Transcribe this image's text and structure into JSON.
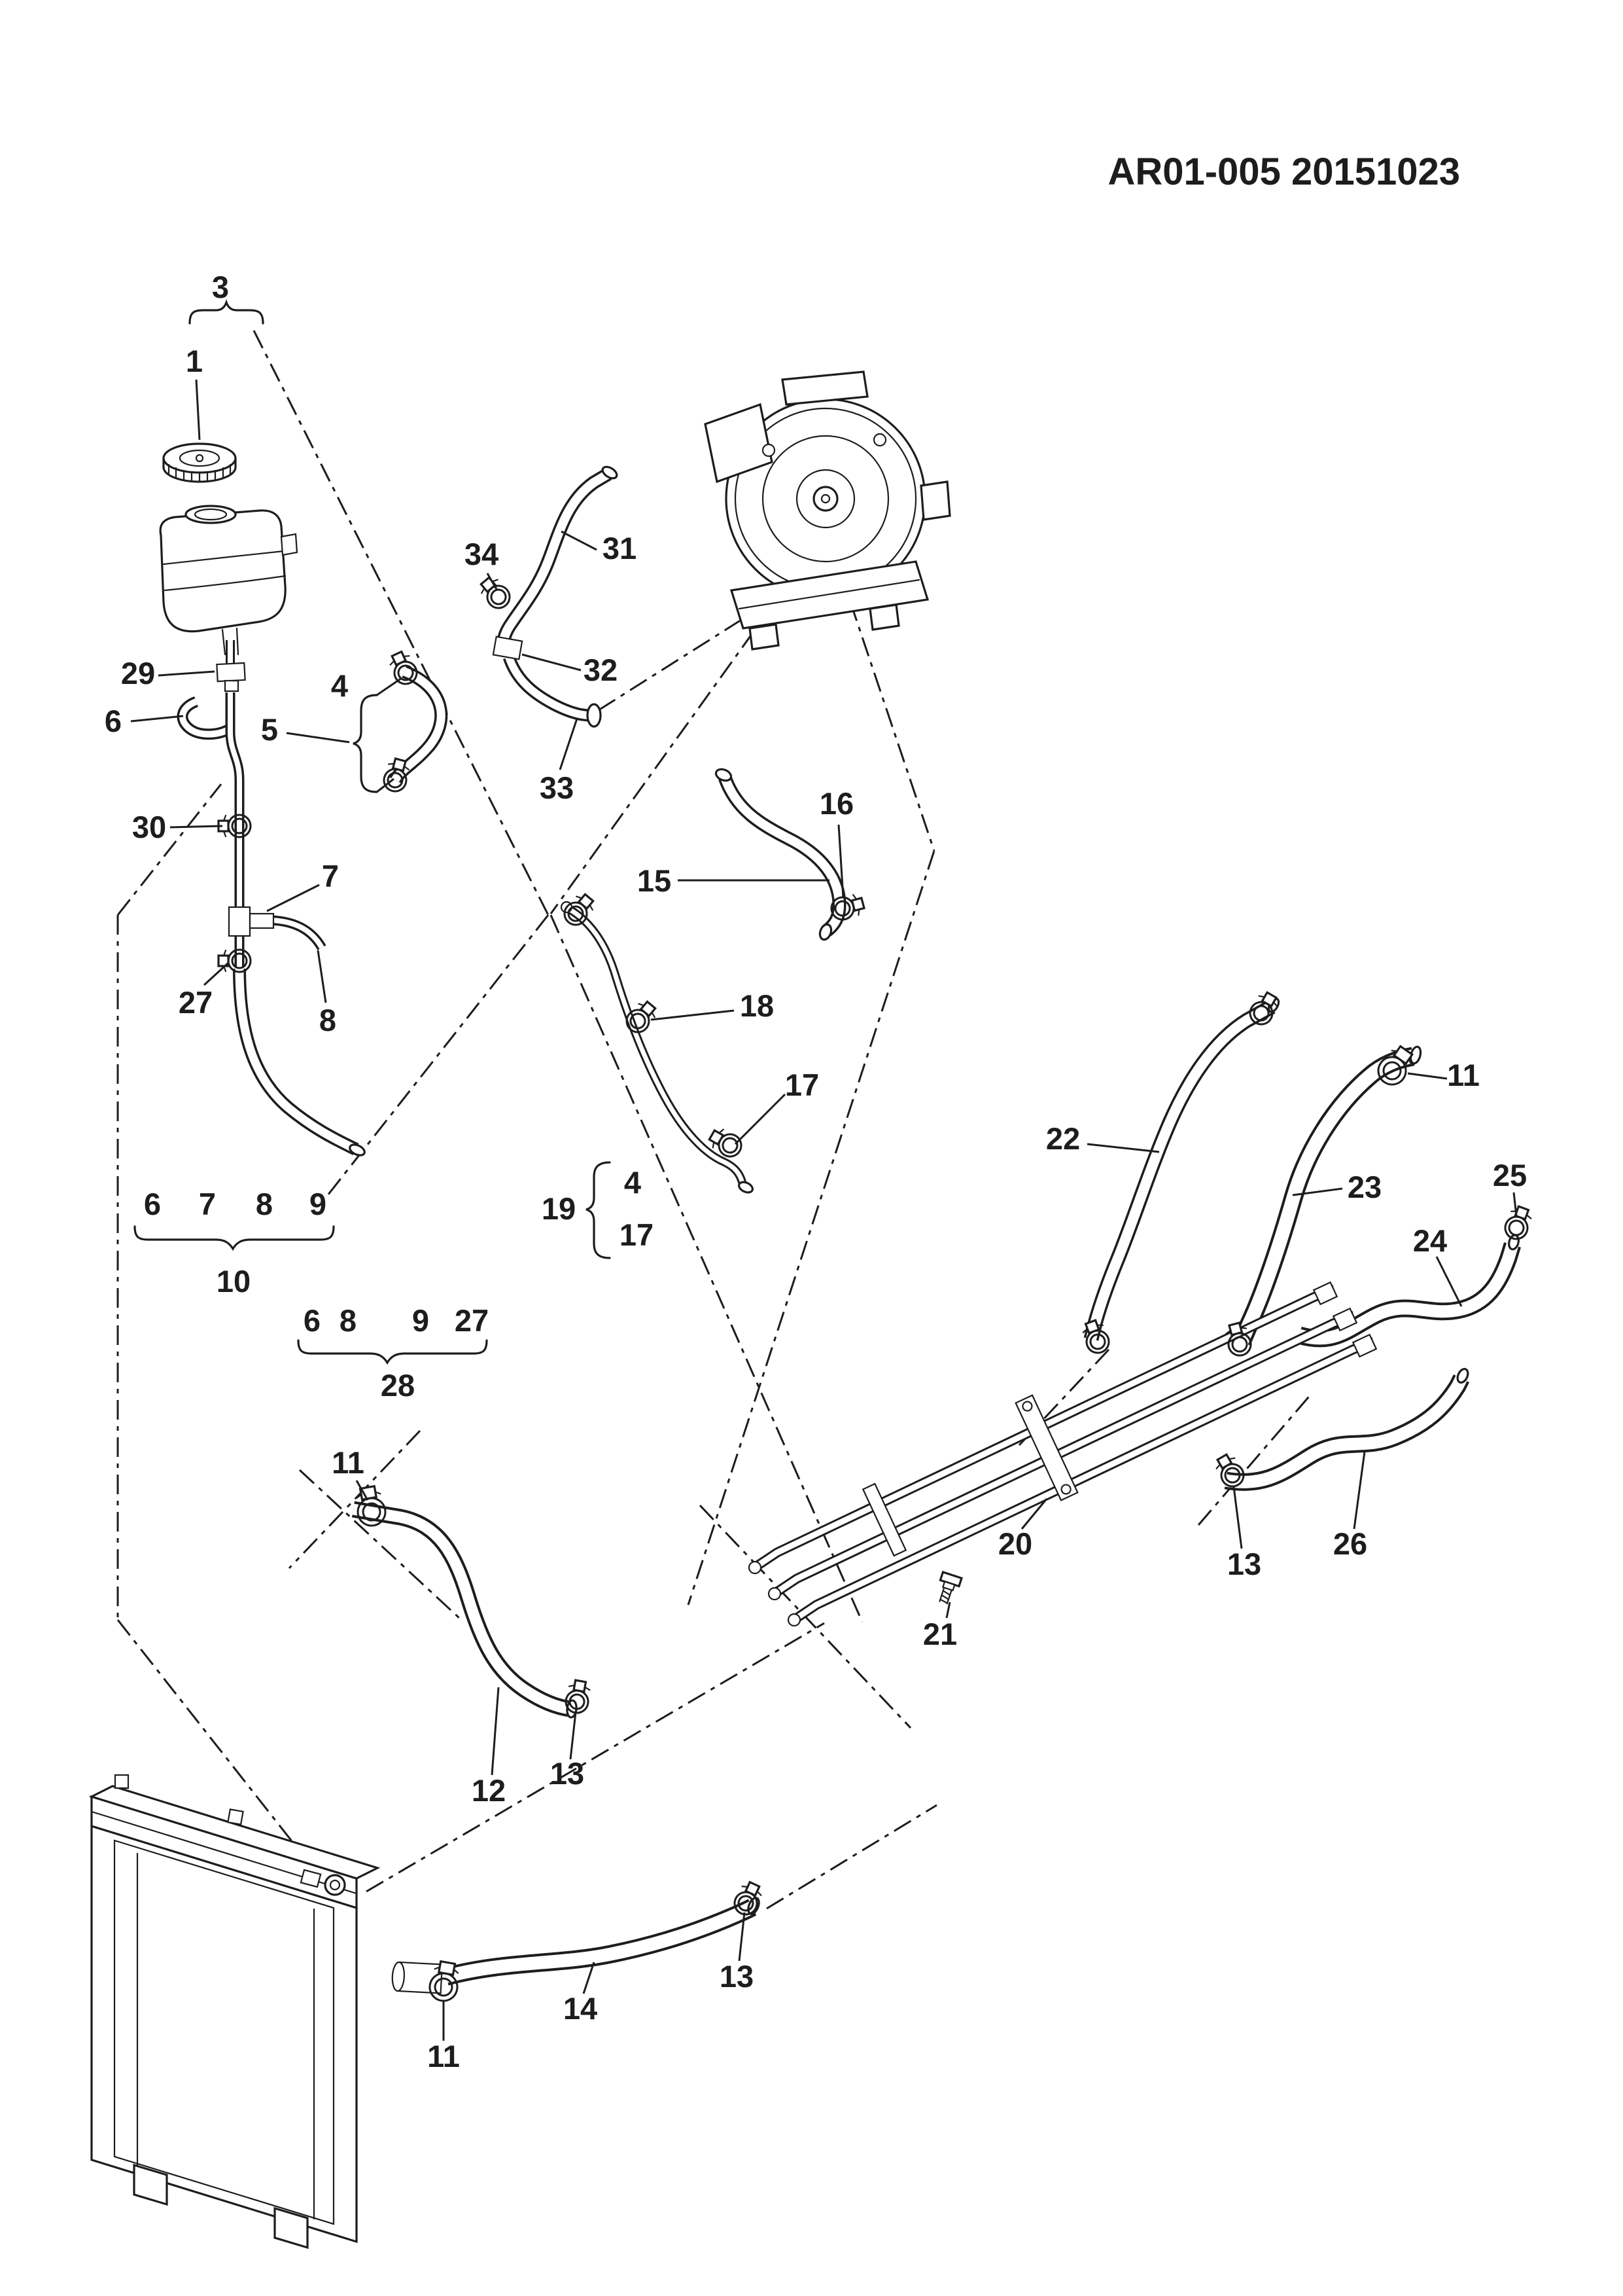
{
  "title": "AR01-005  20151023",
  "colors": {
    "line": "#1d1d1b",
    "background": "#ffffff"
  },
  "diagram": {
    "labels": [
      {
        "text": "3"
      },
      {
        "text": "1"
      },
      {
        "text": "34"
      },
      {
        "text": "31"
      },
      {
        "text": "32"
      },
      {
        "text": "29"
      },
      {
        "text": "4"
      },
      {
        "text": "6"
      },
      {
        "text": "5"
      },
      {
        "text": "33"
      },
      {
        "text": "16"
      },
      {
        "text": "30"
      },
      {
        "text": "7"
      },
      {
        "text": "15"
      },
      {
        "text": "27"
      },
      {
        "text": "18"
      },
      {
        "text": "8"
      },
      {
        "text": "17"
      },
      {
        "text": "11"
      },
      {
        "text": "22"
      },
      {
        "text": "23"
      },
      {
        "text": "25"
      },
      {
        "text": "19"
      },
      {
        "text": "4"
      },
      {
        "text": "24"
      },
      {
        "text": "17"
      },
      {
        "text": "6"
      },
      {
        "text": "7"
      },
      {
        "text": "8"
      },
      {
        "text": "9"
      },
      {
        "text": "10"
      },
      {
        "text": "6"
      },
      {
        "text": "8"
      },
      {
        "text": "9"
      },
      {
        "text": "27"
      },
      {
        "text": "28"
      },
      {
        "text": "11"
      },
      {
        "text": "20"
      },
      {
        "text": "26"
      },
      {
        "text": "13"
      },
      {
        "text": "21"
      },
      {
        "text": "12"
      },
      {
        "text": "13"
      },
      {
        "text": "13"
      },
      {
        "text": "14"
      },
      {
        "text": "11"
      }
    ]
  }
}
